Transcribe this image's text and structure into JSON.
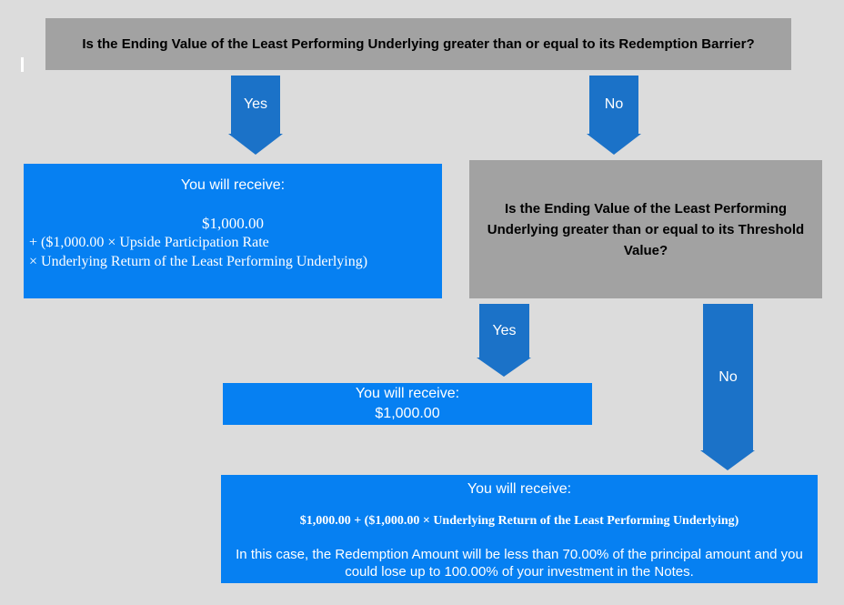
{
  "colors": {
    "page_bg": "#dcdcdc",
    "box_gray": "#a2a2a2",
    "box_blue": "#0680f2",
    "arrow_blue": "#1b72c8",
    "question_text": "#000000",
    "result_text": "#ffffff"
  },
  "top_question": {
    "text": "Is the Ending Value of the Least Performing Underlying greater than or equal to its Redemption Barrier?"
  },
  "branch1": {
    "yes_label": "Yes",
    "no_label": "No"
  },
  "left_result": {
    "title": "You will receive:",
    "amount_line": "$1,000.00",
    "formula_line1": "+ ($1,000.00 × Upside Participation Rate",
    "formula_line2": "× Underlying Return of the Least Performing Underlying)"
  },
  "second_question": {
    "text": "Is the Ending Value of the Least Performing Underlying greater than or equal to its Threshold Value?"
  },
  "branch2": {
    "yes_label": "Yes",
    "no_label": "No"
  },
  "middle_result": {
    "title": "You will receive:",
    "amount": "$1,000.00"
  },
  "bottom_result": {
    "title": "You will receive:",
    "formula": "$1,000.00 + ($1,000.00 × Underlying Return of the Least Performing Underlying)",
    "note": "In this case, the Redemption Amount will be less than 70.00% of the principal amount and you could lose up to 100.00% of your investment in the Notes."
  }
}
